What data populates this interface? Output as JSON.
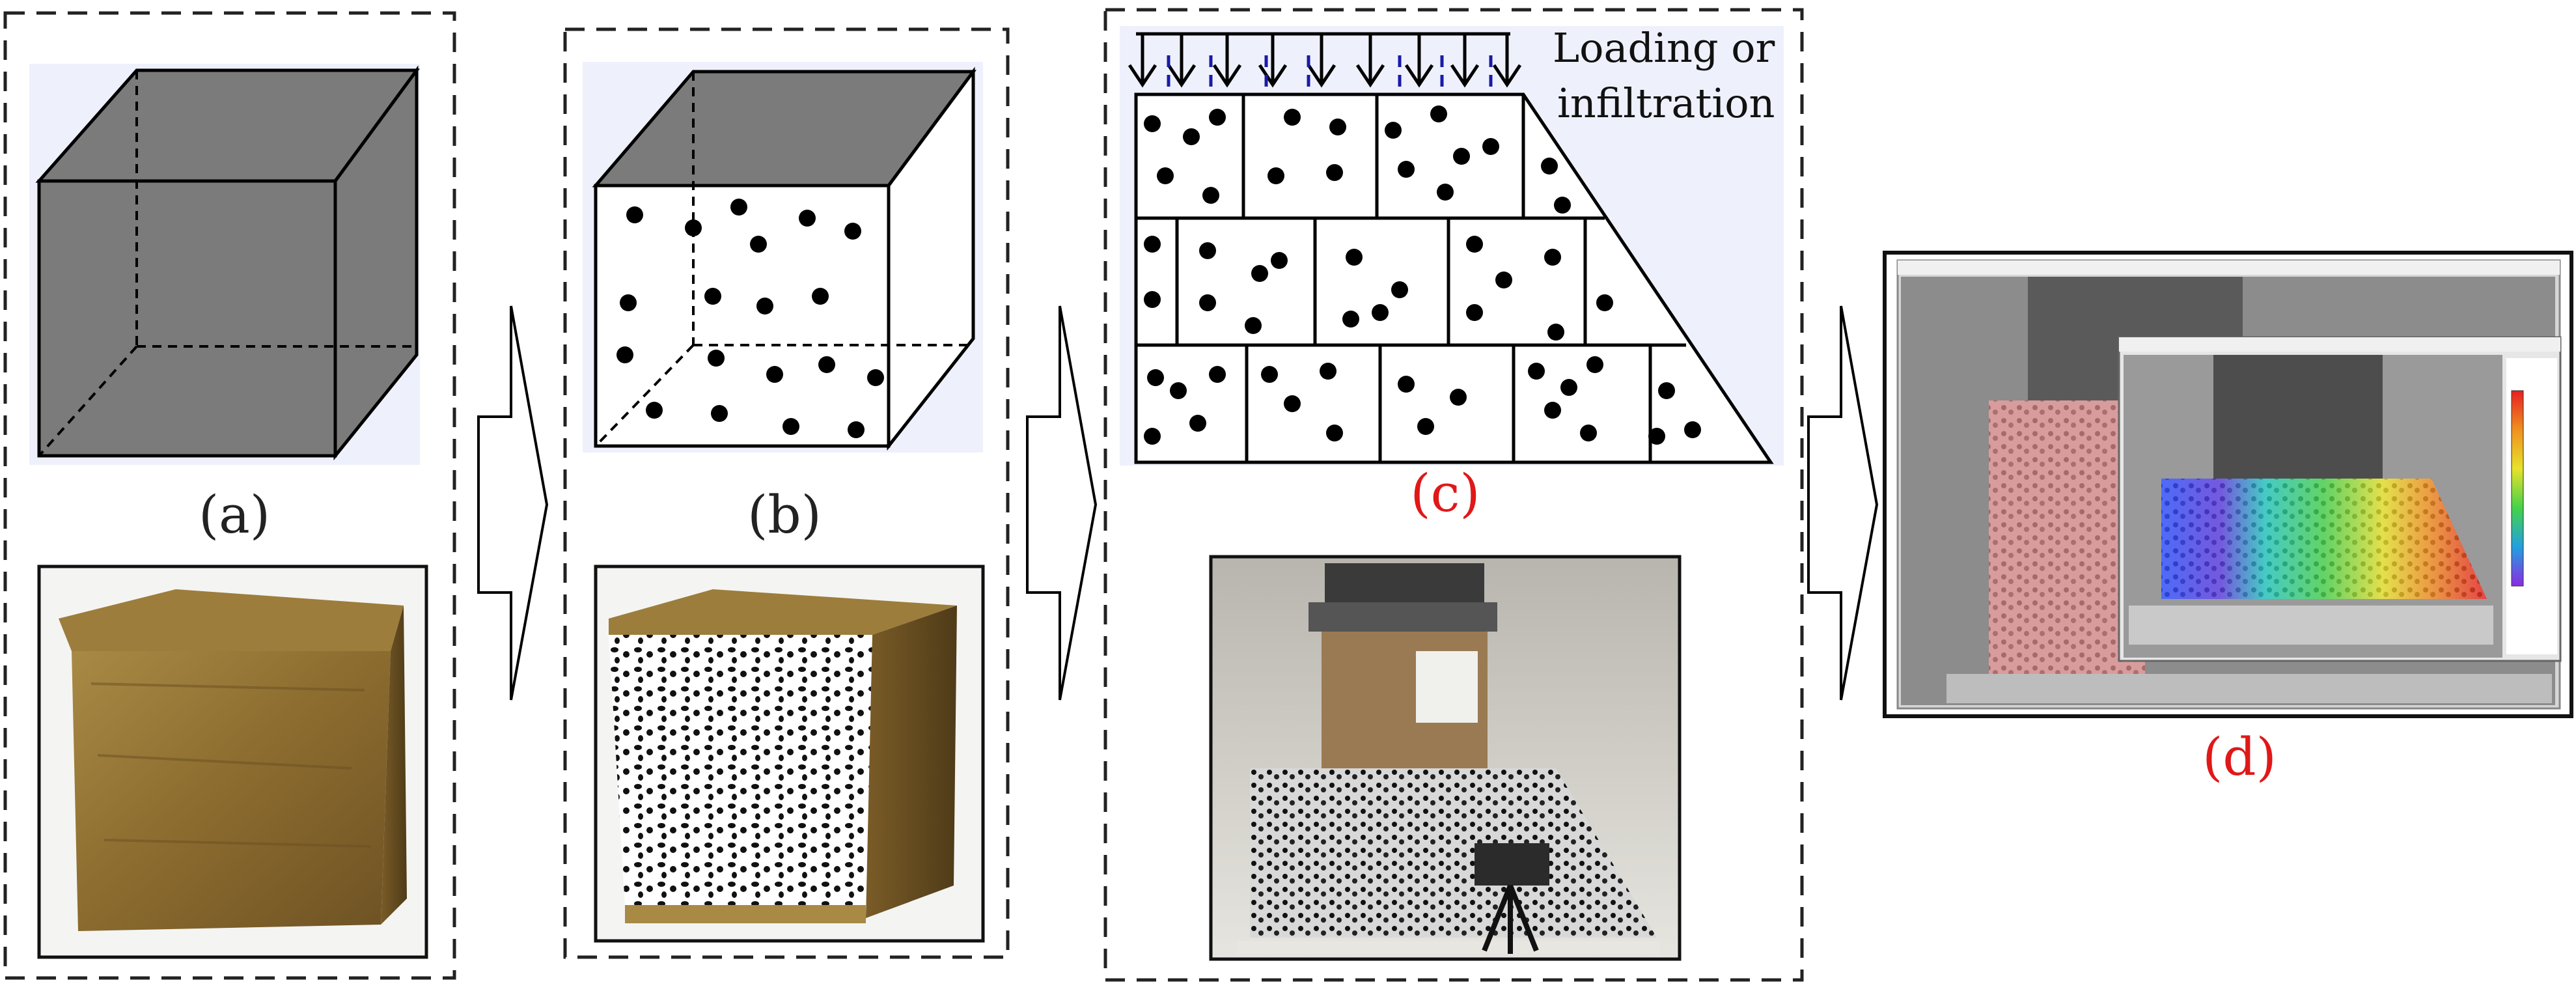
{
  "figure": {
    "panels": [
      {
        "id": "a",
        "label": "(a)"
      },
      {
        "id": "b",
        "label": "(b)"
      },
      {
        "id": "c",
        "label": "(c)"
      },
      {
        "id": "d",
        "label": "(d)"
      }
    ],
    "loading_text": {
      "line1": "Loading or",
      "line2": "infiltration"
    },
    "colors": {
      "label_dark": "#222222",
      "label_red": "#e01818",
      "cube_grey": "#7b7b7b",
      "pale_bg": "#eef1fb",
      "dash_blue": "#1a1aa8"
    },
    "icons": [
      "arrow-right-icon",
      "load-arrow-icon",
      "speckle-dot"
    ]
  }
}
